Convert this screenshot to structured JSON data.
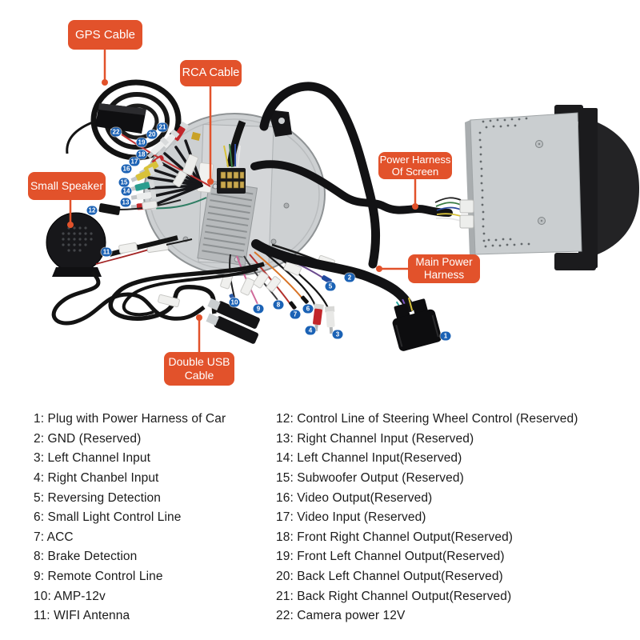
{
  "callouts": {
    "gps_cable": "GPS Cable",
    "rca_cable": "RCA Cable",
    "small_speaker": "Small Speaker",
    "power_harness_of_screen": "Power Harness\nOf Screen",
    "main_power_harness": "Main Power\nHarness",
    "double_usb_cable": "Double USB\nCable"
  },
  "badges": [
    "1",
    "2",
    "3",
    "4",
    "5",
    "6",
    "7",
    "8",
    "9",
    "10",
    "11",
    "12",
    "13",
    "14",
    "15",
    "16",
    "17",
    "18",
    "19",
    "20",
    "21",
    "22"
  ],
  "legend": {
    "left": [
      "1: Plug with Power Harness of Car",
      "2: GND (Reserved)",
      "3: Left Channel Input",
      "4: Right Chanbel Input",
      "5: Reversing Detection",
      "6: Small Light Control Line",
      "7: ACC",
      "8: Brake Detection",
      "9: Remote Control Line",
      "10: AMP-12v",
      "11: WIFI Antenna"
    ],
    "right": [
      "12: Control Line of Steering Wheel Control (Reserved)",
      "13: Right Channel Input (Reserved)",
      "14: Left Channel Input(Reserved)",
      "15: Subwoofer Output (Reserved)",
      "16: Video Output(Reserved)",
      "17: Video Input (Reserved)",
      "18: Front Right Channel Output(Reserved)",
      "19: Front Left Channel Output(Reserved)",
      "20: Back Left Channel Output(Reserved)",
      "21: Back Right Channel Output(Reserved)",
      "22: Camera power 12V"
    ]
  },
  "colors": {
    "callout_bg": "#E2522B",
    "badge_bg": "#1B62B5",
    "legend_text": "#1B1B1B"
  }
}
